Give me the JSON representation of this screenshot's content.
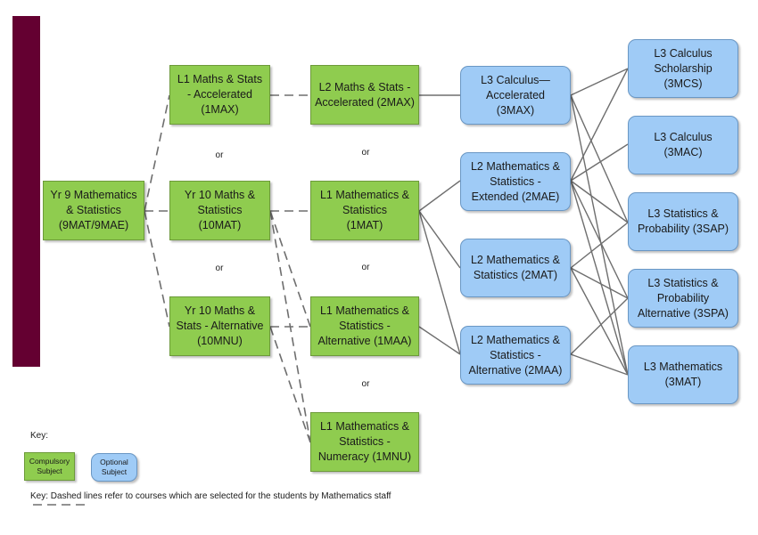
{
  "nodes": {
    "yr9": "Yr 9 Mathematics\n& Statistics\n(9MAT/9MAE)",
    "l1_accel": "L1 Maths & Stats\n- Accelerated\n(1MAX)",
    "yr10": "Yr 10 Maths &\nStatistics\n(10MAT)",
    "yr10_alt": "Yr 10 Maths &\nStats - Alternative\n(10MNU)",
    "l2_accel": "L2 Maths & Stats -\nAccelerated (2MAX)",
    "l1_math": "L1 Mathematics &\nStatistics\n(1MAT)",
    "l1_alt": "L1 Mathematics &\nStatistics -\nAlternative (1MAA)",
    "l1_num": "L1 Mathematics &\nStatistics -\nNumeracy (1MNU)",
    "l3_calc_accel": "L3 Calculus—\nAccelerated\n(3MAX)",
    "l2_ext": "L2 Mathematics &\nStatistics -\nExtended (2MAE)",
    "l2_math": "L2 Mathematics &\nStatistics (2MAT)",
    "l2_alt": "L2 Mathematics &\nStatistics -\nAlternative (2MAA)",
    "l3_calc_schol": "L3 Calculus\nScholarship\n(3MCS)",
    "l3_calc": "L3 Calculus\n(3MAC)",
    "l3_stats": "L3 Statistics &\nProbability (3SAP)",
    "l3_stats_alt": "L3 Statistics &\nProbability\nAlternative (3SPA)",
    "l3_math": "L3 Mathematics\n(3MAT)"
  },
  "or_label": "or",
  "key": {
    "title": "Key:",
    "compulsory": "Compulsory\nSubject",
    "optional": "Optional\nSubject",
    "note": "Key: Dashed lines refer to courses which are selected for the students by Mathematics staff"
  },
  "colors": {
    "compulsory": "#8fcc4f",
    "optional": "#9fcbf6",
    "sidebar": "#640031",
    "connector": "#6e6e6e"
  }
}
